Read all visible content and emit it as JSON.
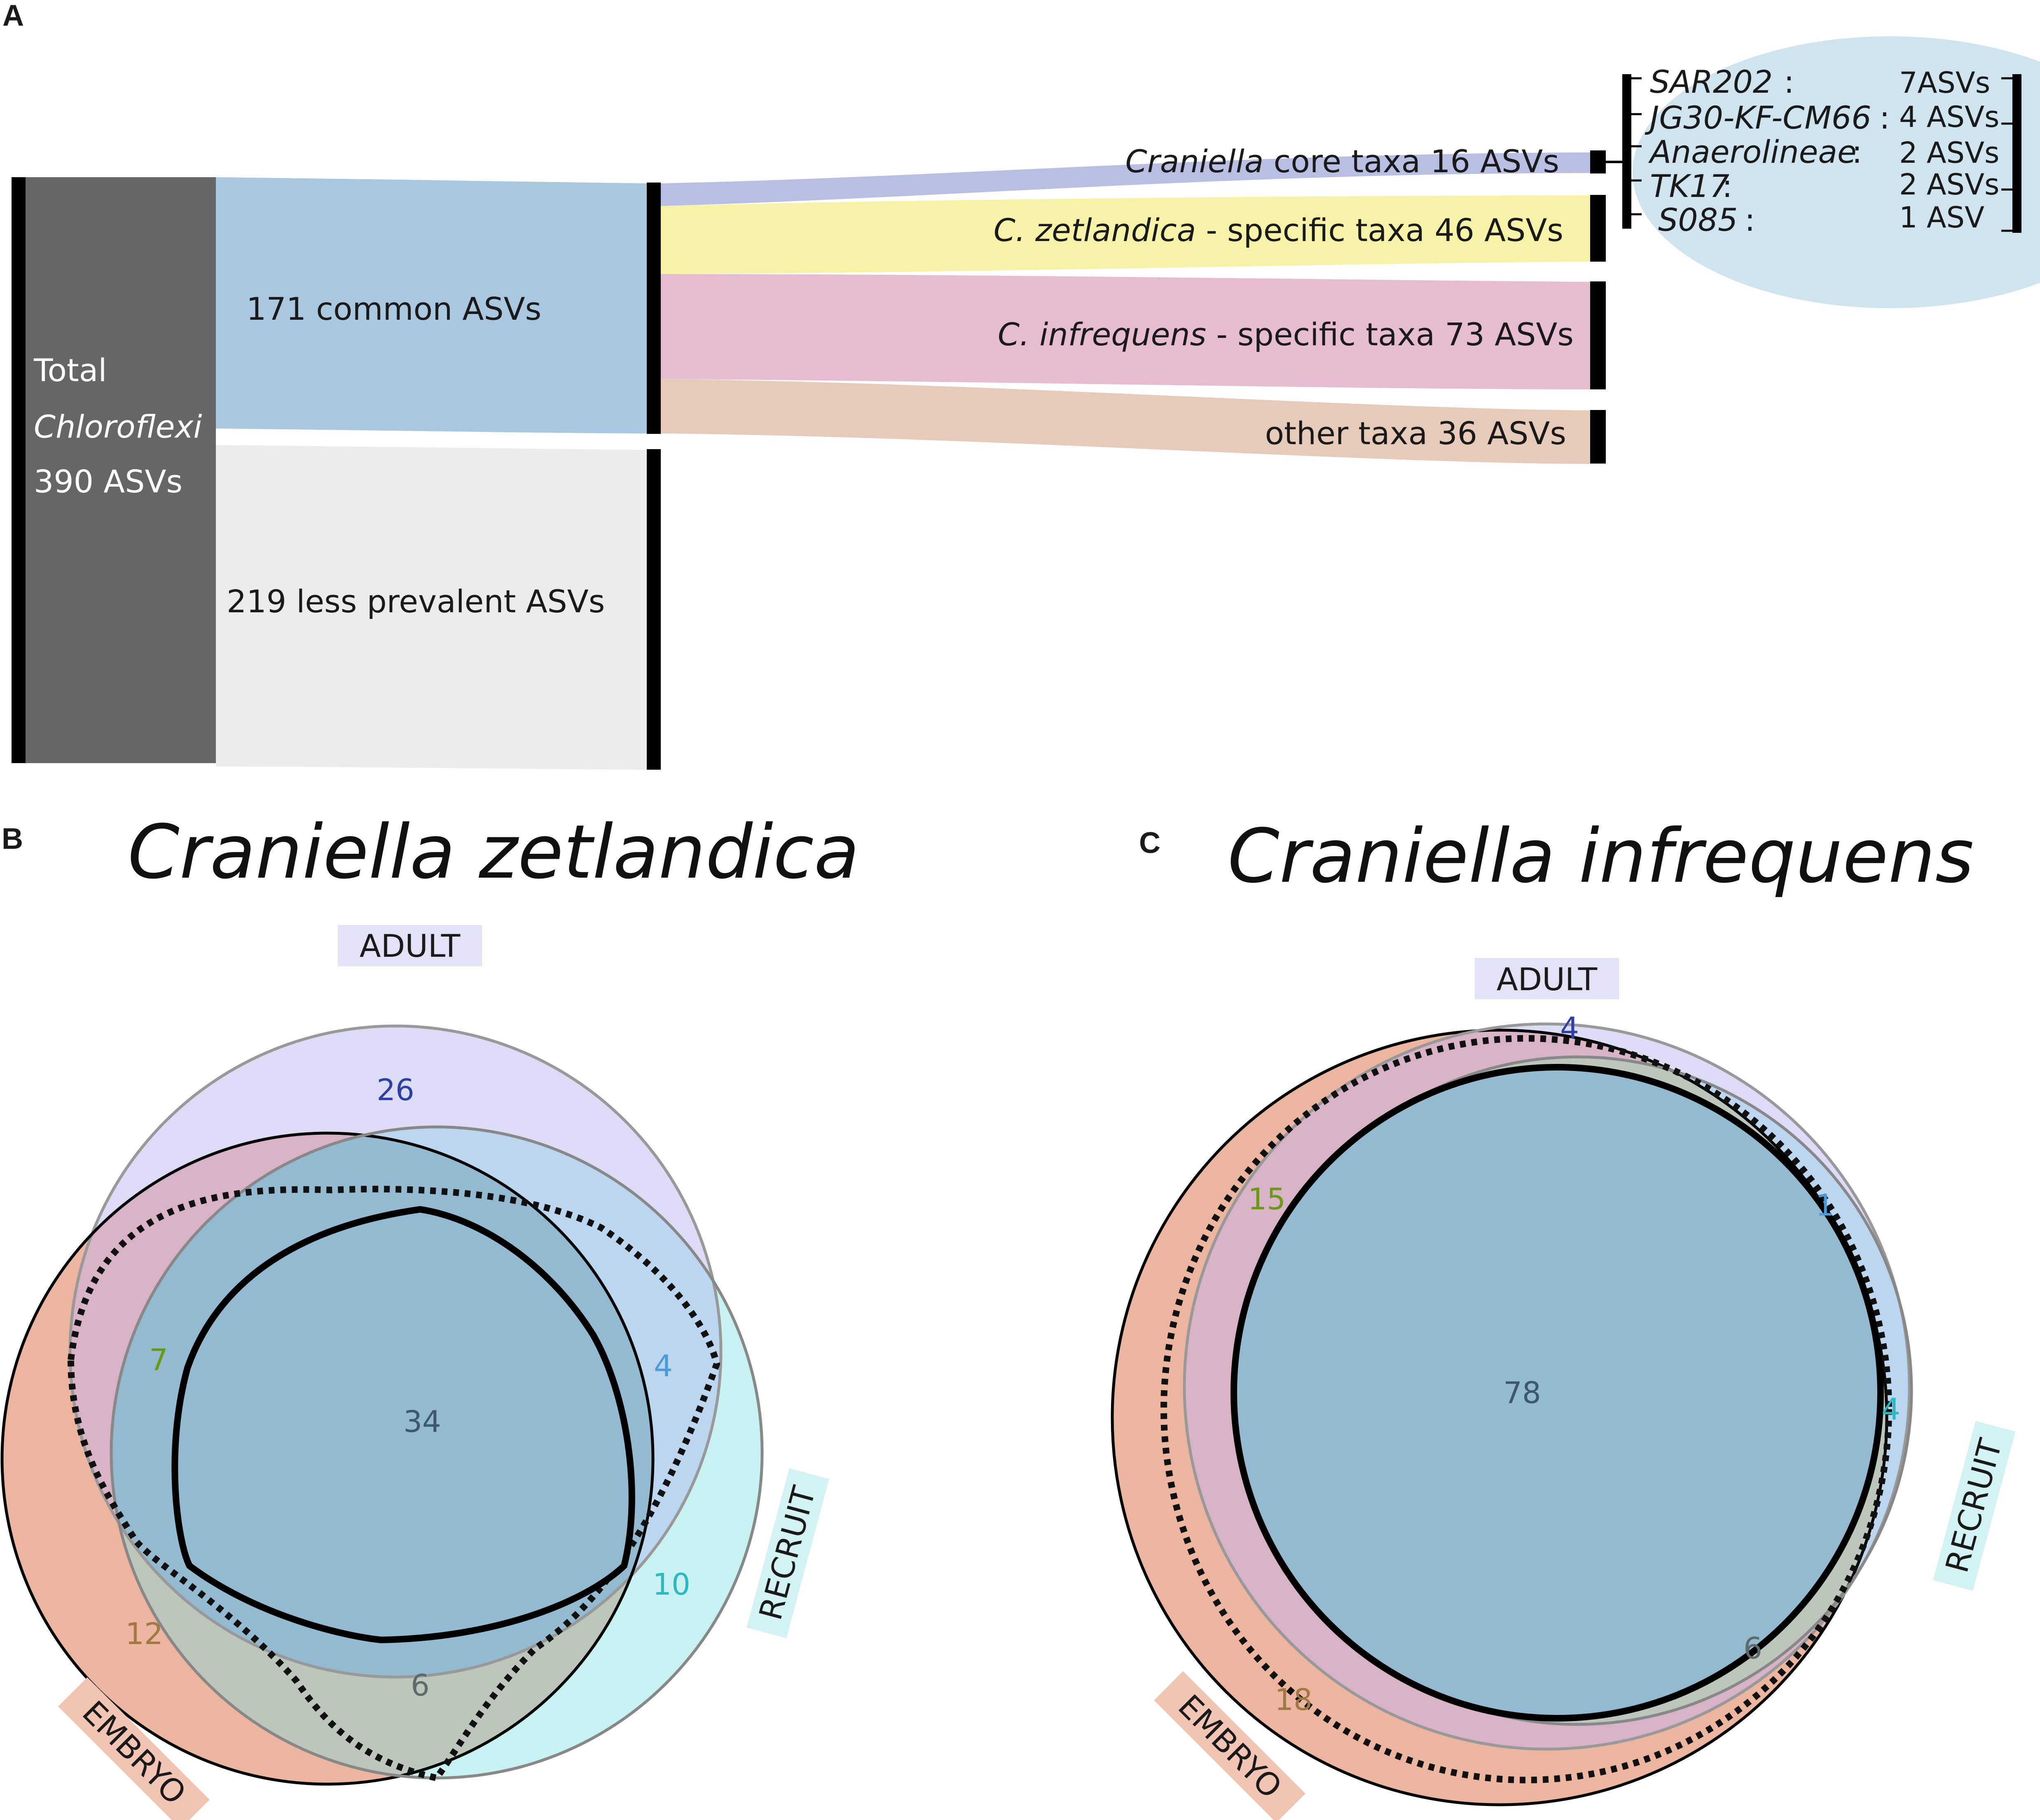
{
  "panels": {
    "a": "A",
    "b": "B",
    "c": "C"
  },
  "sankey": {
    "total": {
      "line1": "Total",
      "line2": "Chloroflexi",
      "line3": "390 ASVs"
    },
    "common": "171   common ASVs",
    "less_prevalent": "219  less prevalent  ASVs",
    "core": {
      "name": "Craniella",
      "rest": " core taxa  16  ASVs"
    },
    "zet": {
      "name": "C. zetlandica",
      "rest": " - specific taxa 46 ASVs"
    },
    "inf": {
      "name": "C. infrequens",
      "rest": " - specific taxa 73 ASVs"
    },
    "other": "other taxa 36 ASVs",
    "core_breakdown": [
      {
        "taxon": "SAR202",
        "sep": " :",
        "count": "7ASVs"
      },
      {
        "taxon": "JG30-KF-CM66",
        "sep": ":",
        "count": "4 ASVs"
      },
      {
        "taxon": "Anaerolineae",
        "sep": ":",
        "count": "2 ASVs"
      },
      {
        "taxon": "TK17",
        "sep": " :",
        "count": "2 ASVs"
      },
      {
        "taxon": "S085",
        "sep": " :",
        "count": "1 ASV"
      }
    ],
    "colors": {
      "total": "#666666",
      "common": "#a9c8e0",
      "less": "#ececec",
      "core": "#b8bfe3",
      "zet": "#f6f2a7",
      "inf": "#e6bdd0",
      "other": "#e6cbbb",
      "ellipse": "#cfe4ef"
    }
  },
  "venn_zetlandica": {
    "title": "Craniella zetlandica",
    "labels": {
      "adult": "ADULT",
      "embryo": "EMBRYO",
      "recruit": "RECRUIT"
    },
    "counts": {
      "adult_only": "26",
      "adult_embryo": "7",
      "adult_recruit": "4",
      "all_three": "34",
      "embryo_only": "12",
      "embryo_recruit": "6",
      "recruit_only": "10"
    }
  },
  "venn_infrequens": {
    "title": "Craniella infrequens",
    "labels": {
      "adult": "ADULT",
      "embryo": "EMBRYO",
      "recruit": "RECRUIT"
    },
    "counts": {
      "adult_only": "4",
      "adult_embryo": "15",
      "adult_recruit": "1",
      "all_three": "78",
      "recruit_only": "4",
      "embryo_recruit": "6",
      "embryo_only": "18"
    }
  },
  "venn_colors": {
    "adult": "#dcdcf7",
    "embryo": "#ecb59f",
    "recruit": "#c8f1f1",
    "adult_embryo": "#d8b3c8",
    "adult_recruit": "#bcd6ef",
    "embryo_recruit": "#bcc6bb",
    "all_three": "#93bad0",
    "adult_label_bg": "#e2e2f6",
    "embryo_label_bg": "#f2c4b4",
    "recruit_label_bg": "#d2f2f4",
    "count_adult": "#2e3fa6",
    "count_ae": "#6a9a14",
    "count_ar": "#4b9ad8",
    "count_all": "#3c5870",
    "count_embryo": "#a07844",
    "count_er": "#5c6a6a",
    "count_recruit": "#2cb8c0"
  }
}
